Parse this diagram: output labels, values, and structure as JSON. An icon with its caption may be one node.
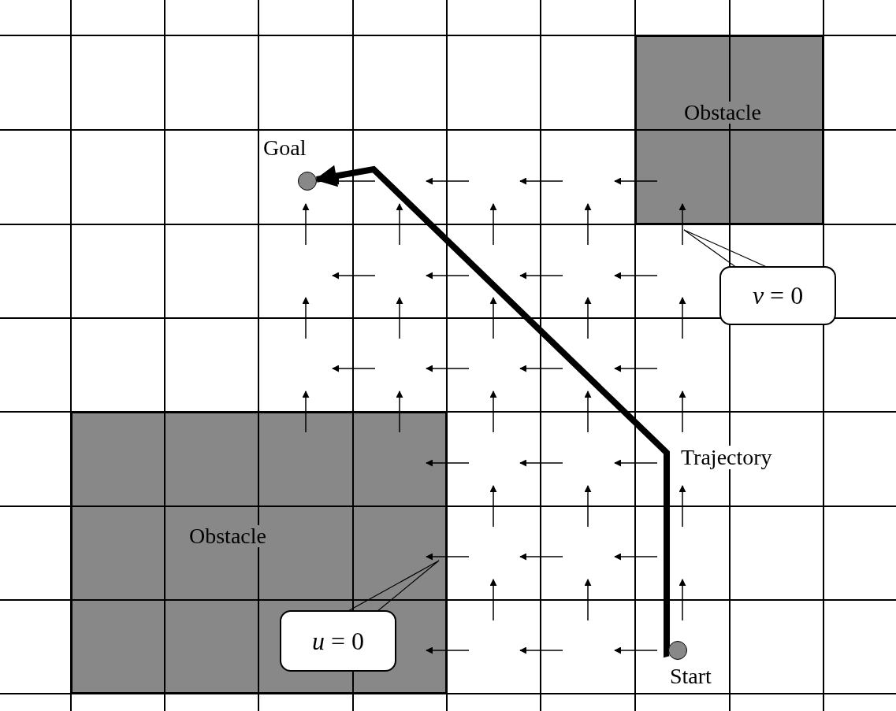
{
  "diagram": {
    "nodes": [
      {
        "text": [
          "Obstacle"
        ]
      },
      {
        "text": [],
        "shape": "circle",
        "beside": [
          "Goal"
        ]
      },
      {
        "text": [
          "*v* = 0"
        ]
      },
      {
        "text": [
          "Obstacle"
        ]
      },
      {
        "text": [
          "*u* = 0"
        ],
        "in": 3
      },
      {
        "text": [],
        "shape": "circle",
        "beside": [
          "Start"
        ]
      }
    ],
    "edges": [
      {
        "from": 5,
        "to": 1,
        "arrow": "to",
        "label": "Trajectory",
        "style": "thick"
      },
      {
        "from": 2,
        "to": null,
        "arrow": "none"
      },
      {
        "from": 4,
        "to": null,
        "arrow": "none"
      }
    ]
  }
}
